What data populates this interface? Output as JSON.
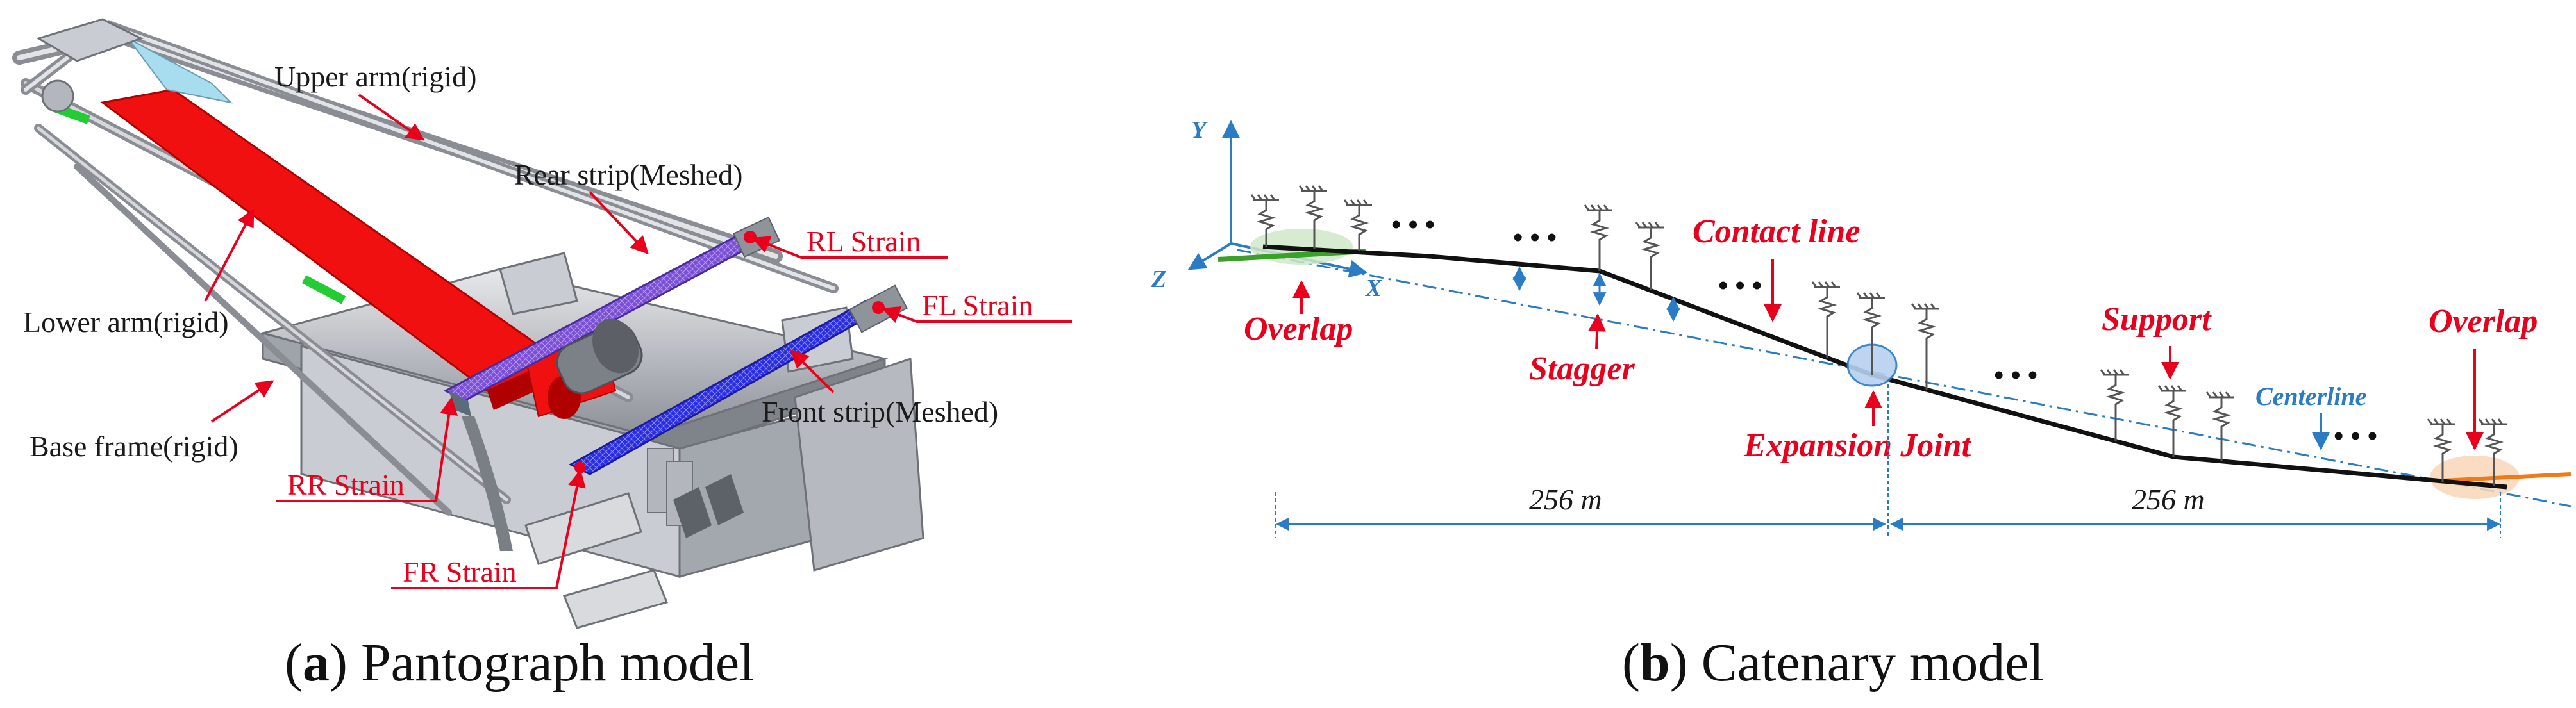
{
  "pantograph": {
    "labels": {
      "upper_arm": "Upper arm(rigid)",
      "rear_strip": "Rear strip(Meshed)",
      "lower_arm": "Lower arm(rigid)",
      "base_frame": "Base frame(rigid)",
      "front_strip": "Front strip(Meshed)",
      "rl_strain": "RL Strain",
      "fl_strain": "FL Strain",
      "rr_strain": "RR Strain",
      "fr_strain": "FR Strain"
    },
    "caption_letter": "a",
    "caption_text": "Pantograph model"
  },
  "catenary": {
    "labels": {
      "overlap_left": "Overlap",
      "stagger": "Stagger",
      "contact_line": "Contact line",
      "expansion_joint": "Expansion Joint",
      "support": "Support",
      "centerline": "Centerline",
      "overlap_right": "Overlap",
      "span_left": "256 m",
      "span_right": "256 m"
    },
    "axes": {
      "x": "X",
      "y": "Y",
      "z": "Z"
    },
    "ellipsis": "• • •",
    "caption_letter": "b",
    "caption_text": "Catenary model"
  },
  "colors": {
    "red_annotation": "#e8001c",
    "blue_axis": "#2b7cc4",
    "rear_strip": "#7a4fd6",
    "front_strip": "#2a2ee0",
    "red_body": "#f01010"
  }
}
